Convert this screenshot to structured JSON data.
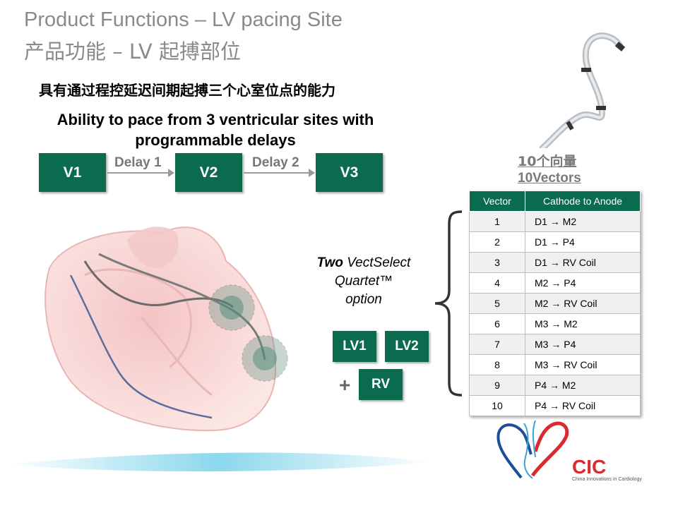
{
  "header": {
    "title_en": "Product Functions – LV pacing Site",
    "title_zh": "产品功能 – LV 起搏部位"
  },
  "feature": {
    "heading_zh": "具有通过程控延迟间期起搏三个心室位点的能力",
    "heading_en_line1": "Ability to pace from 3 ventricular sites with",
    "heading_en_line2": "programmable delays"
  },
  "sequence": {
    "v1": "V1",
    "delay1": "Delay 1",
    "v2": "V2",
    "delay2": "Delay 2",
    "v3": "V3"
  },
  "vectors": {
    "label_zh": "10个向量",
    "label_en": "10Vectors",
    "headers": [
      "Vector",
      "Cathode to Anode"
    ],
    "rows": [
      [
        "1",
        "D1 → M2"
      ],
      [
        "2",
        "D1 → P4"
      ],
      [
        "3",
        "D1 → RV Coil"
      ],
      [
        "4",
        "M2 → P4"
      ],
      [
        "5",
        "M2 → RV Coil"
      ],
      [
        "6",
        "M3 → M2"
      ],
      [
        "7",
        "M3 → P4"
      ],
      [
        "8",
        "M3 → RV Coil"
      ],
      [
        "9",
        "P4 → M2"
      ],
      [
        "10",
        "P4 → RV Coil"
      ]
    ]
  },
  "option": {
    "bold": "Two",
    "rest": "VectSelect",
    "line2": "Quartet™",
    "line3": "option"
  },
  "pacing": {
    "lv1": "LV1",
    "lv2": "LV2",
    "plus": "+",
    "rv": "RV"
  },
  "logo": {
    "name": "CIC",
    "caption": "China Innovations in Cardiology"
  },
  "colors": {
    "accent": "#0b6b4e",
    "title_gray": "#8a8a8a",
    "logo_red": "#d92a2f",
    "logo_blue": "#1b4f9c"
  }
}
